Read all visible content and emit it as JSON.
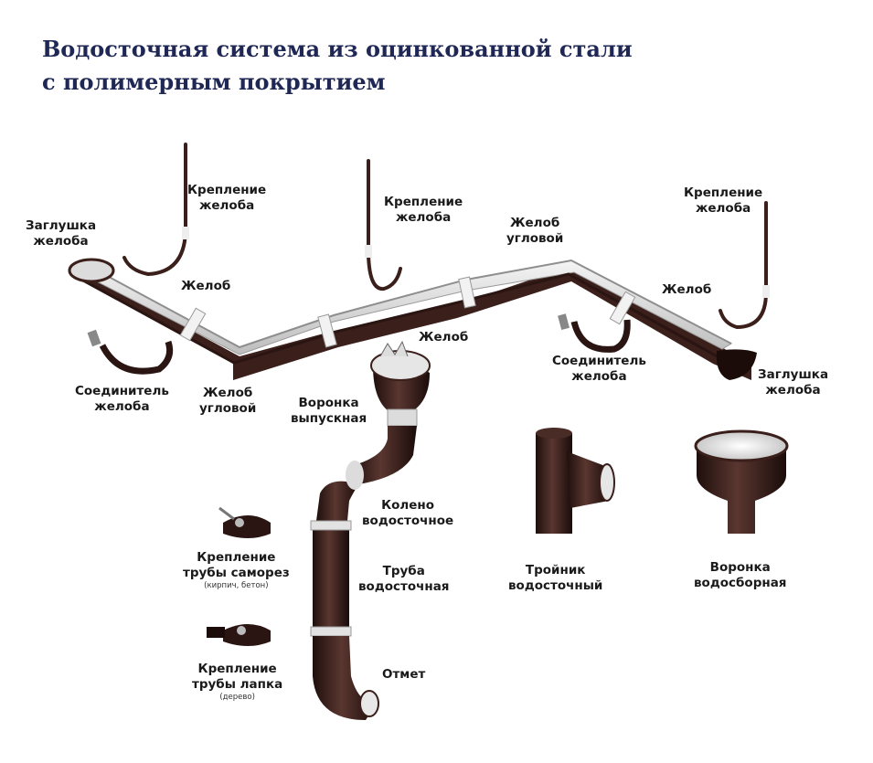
{
  "title": {
    "line1": "Водосточная система из оцинкованной стали",
    "line2": "с полимерным покрытием"
  },
  "colors": {
    "title": "#1f2755",
    "metal_dark": "#3a1f1b",
    "metal_light": "#e8e8e8",
    "label": "#1a1a1a"
  },
  "labels": {
    "bracket_left": [
      "Крепление",
      "желоба"
    ],
    "bracket_mid": [
      "Крепление",
      "желоба"
    ],
    "bracket_right": [
      "Крепление",
      "желоба"
    ],
    "end_cap_left": [
      "Заглушка",
      "желоба"
    ],
    "end_cap_right": [
      "Заглушка",
      "желоба"
    ],
    "gutter_left": "Желоб",
    "gutter_mid": "Желоб",
    "gutter_right": "Желоб",
    "corner_top": [
      "Желоб",
      "угловой"
    ],
    "corner_bottom": [
      "Желоб",
      "угловой"
    ],
    "connector_left": [
      "Соединитель",
      "желоба"
    ],
    "connector_right": [
      "Соединитель",
      "желоба"
    ],
    "outlet_funnel": [
      "Воронка",
      "выпускная"
    ],
    "elbow": [
      "Колено",
      "водосточное"
    ],
    "pipe": [
      "Труба",
      "водосточная"
    ],
    "outlet": "Отмет",
    "tee": [
      "Тройник",
      "водосточный"
    ],
    "collector_funnel": [
      "Воронка",
      "водосборная"
    ],
    "pipe_clamp_screw": [
      "Крепление",
      "трубы саморез"
    ],
    "pipe_clamp_screw_note": "(кирпич, бетон)",
    "pipe_clamp_paw": [
      "Крепление",
      "трубы лапка"
    ],
    "pipe_clamp_paw_note": "(дерево)"
  }
}
